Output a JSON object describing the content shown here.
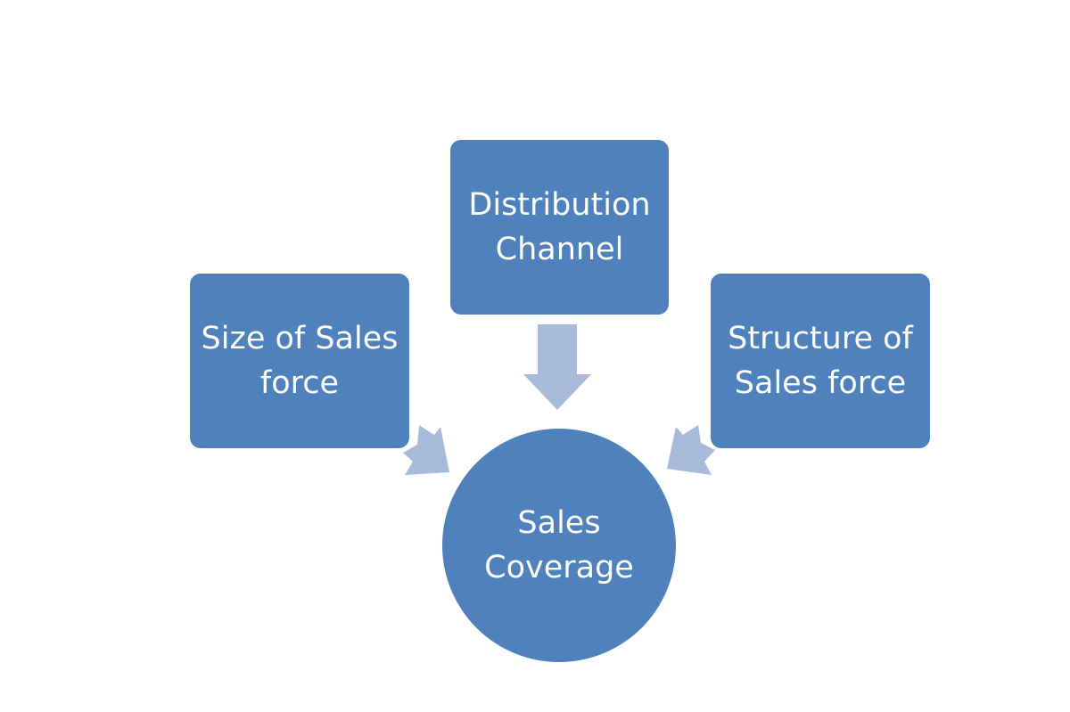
{
  "diagram": {
    "type": "converging radial",
    "center": {
      "label": "Sales\nCoverage"
    },
    "nodes": [
      {
        "id": "left",
        "label": "Size of Sales\nforce"
      },
      {
        "id": "top",
        "label": "Distribution\nChannel"
      },
      {
        "id": "right",
        "label": "Structure of\nSales force"
      }
    ],
    "edges": [
      {
        "from": "left",
        "to": "center",
        "icon": "arrow-icon"
      },
      {
        "from": "top",
        "to": "center",
        "icon": "arrow-icon"
      },
      {
        "from": "right",
        "to": "center",
        "icon": "arrow-icon"
      }
    ],
    "colors": {
      "node_fill": "#4f81bd",
      "arrow_fill": "#a7b9d9",
      "text": "#ffffff"
    }
  }
}
